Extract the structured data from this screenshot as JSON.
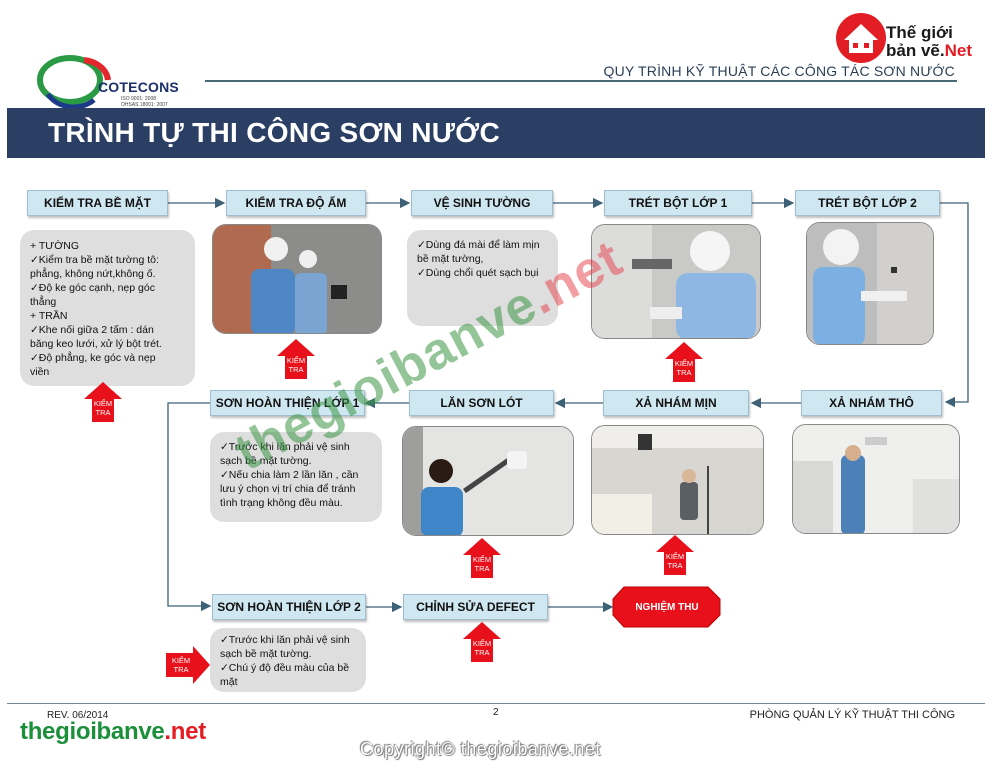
{
  "header": {
    "subtitle": "QUY TRÌNH KỸ THUẬT CÁC CÔNG TÁC SƠN NƯỚC",
    "brand": {
      "line1": "Thế giới",
      "line2_a": "bản vẽ.",
      "line2_b": "Net"
    },
    "company": {
      "name": "COTECONS",
      "iso_line1": "ISO 9001: 2008",
      "iso_line2": "OHSAS 18001: 2007"
    }
  },
  "banner": {
    "title": "TRÌNH TỰ THI CÔNG SƠN NƯỚC"
  },
  "steps": {
    "s1": "KIỂM TRA  BỀ MẶT",
    "s2": "KIỂM TRA ĐỘ ẨM",
    "s3": "VỆ SINH TƯỜNG",
    "s4": "TRÉT BỘT LỚP 1",
    "s5": "TRÉT BỘT LỚP 2",
    "s6": "XẢ NHÁM  THÔ",
    "s7": "XẢ NHÁM MỊN",
    "s8": "LĂN SƠN LÓT",
    "s9": "SƠN HOÀN THIỆN LỚP 1",
    "s10": "SƠN HOÀN THIỆN LỚP 2",
    "s11": "CHỈNH SỬA DEFECT",
    "final": "NGHIỆM THU"
  },
  "notes": {
    "n1": [
      "+ TƯỜNG",
      "✓Kiểm tra bề mặt tường tô:",
      "  phẳng, không nứt,không ố.",
      "✓Độ ke góc cạnh, nẹp góc",
      "  thẳng",
      "+ TRẦN",
      "✓Khe nối giữa 2 tấm : dán",
      "  băng keo lưới, xử lý bột trét.",
      "✓Độ phẳng, ke góc và nẹp",
      "  viền"
    ],
    "n3": [
      "✓Dùng đá mài để làm mịn",
      "  bề mặt tường,",
      "✓Dùng chổi quét sạch bụi"
    ],
    "n9": [
      "✓Trước khi lăn phải vệ sinh",
      "  sạch bề mặt tường.",
      "✓Nếu chia làm 2 lần lăn , cần",
      "  lưu ý chọn vị trí chia để tránh",
      "  tình trạng không đều màu."
    ],
    "n10": [
      "✓Trước khi lăn phải vệ sinh",
      "  sạch bề mặt tường.",
      "✓Chú ý độ đều màu của bề",
      "  mặt"
    ]
  },
  "badge": {
    "line1": "KIỂM",
    "line2": "TRA"
  },
  "watermark": {
    "main": "thegioibanve",
    "suffix": ".net"
  },
  "footer": {
    "rev": "REV. 06/2014",
    "page": "2",
    "department": "PHÒNG QUẢN LÝ KỸ THUẬT THI CÔNG",
    "site_main": "thegioibanve",
    "site_suffix": ".net",
    "copyright": "Copyright© thegioibanve.net"
  },
  "colors": {
    "banner": "#2b3e63",
    "step_fill": "#cfe7f0",
    "note_fill": "#dedede",
    "badge": "#e8101a",
    "connector": "#3d6277",
    "brand_green": "#1b8f3a",
    "brand_red": "#e21d24"
  }
}
